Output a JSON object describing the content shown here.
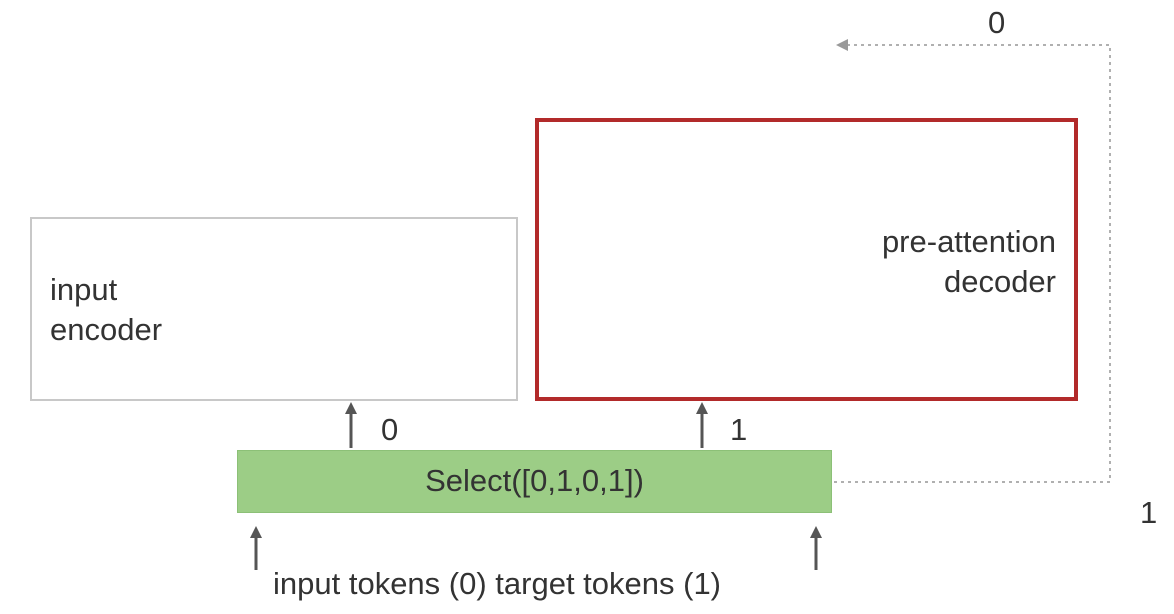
{
  "encoder": {
    "label": "input\nencoder",
    "index": "0"
  },
  "decoder": {
    "label": "pre-attention\ndecoder",
    "index": "1"
  },
  "select": {
    "label": "Select([0,1,0,1])"
  },
  "loop": {
    "top_label": "0",
    "right_label": "1"
  },
  "caption": "input tokens (0) target tokens (1)",
  "colors": {
    "encoder_border": "#c8c8c8",
    "decoder_border": "#b22a2a",
    "select_fill": "#9ccd86",
    "arrow": "#555555",
    "dotted_line": "#b0b0b0"
  }
}
